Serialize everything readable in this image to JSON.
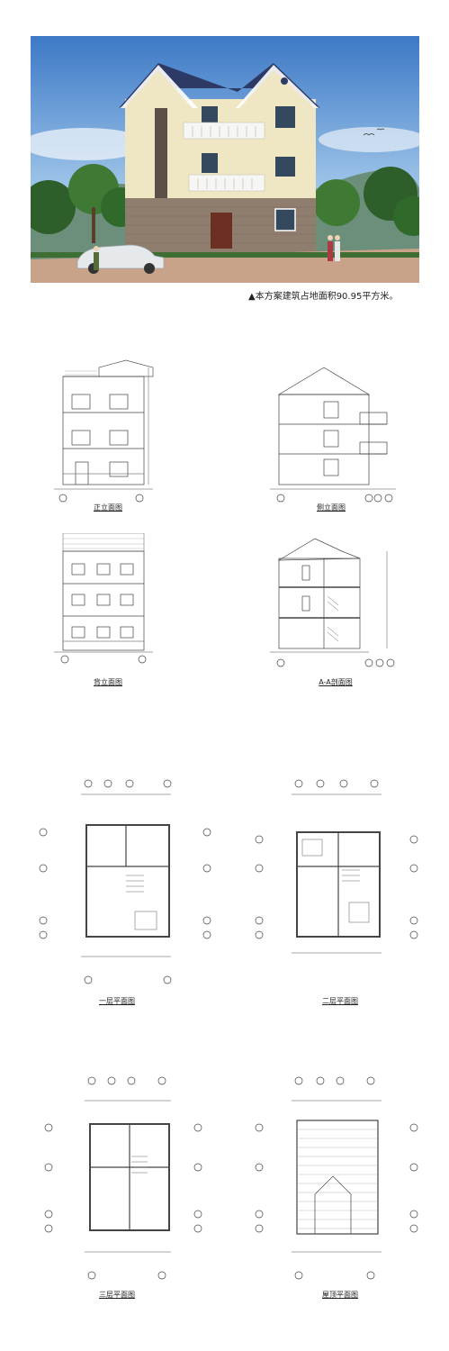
{
  "caption": "▲本方案建筑占地面积90.95平方米。",
  "drawings": {
    "front_elevation": "正立面图",
    "side_elevation": "侧立面图",
    "back_elevation": "背立面图",
    "section": "A-A剖面图",
    "floor1_plan": "一层平面图",
    "floor2_plan": "二层平面图",
    "floor3_plan": "三层平面图",
    "roof_plan": "屋顶平面图"
  }
}
